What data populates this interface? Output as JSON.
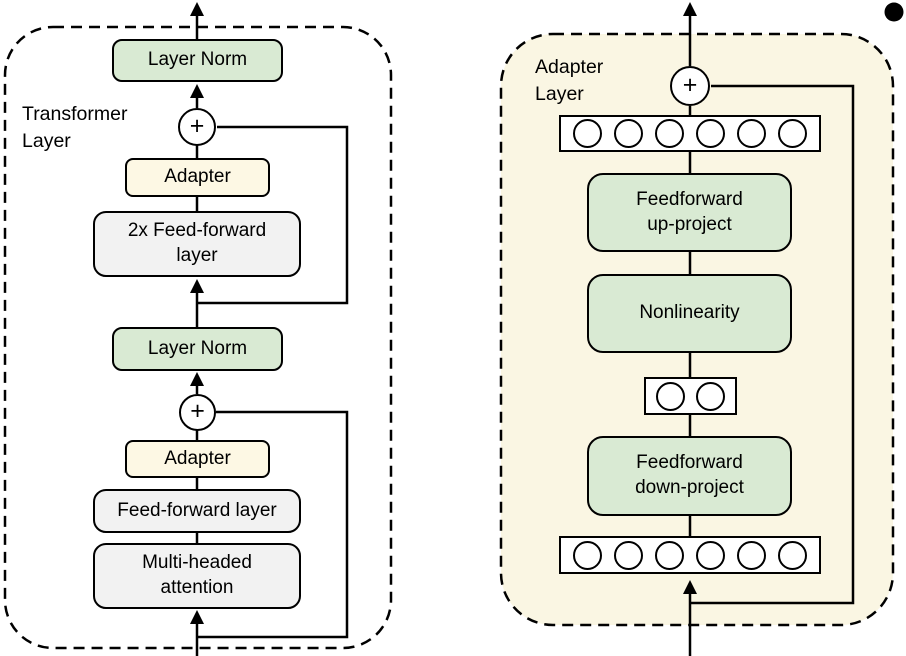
{
  "left_panel": {
    "label": "Transformer\nLayer",
    "layer_norm_top": "Layer Norm",
    "plus_top": "+",
    "adapter_top": "Adapter",
    "feedforward_2x": "2x Feed-forward\nlayer",
    "layer_norm_bottom": "Layer Norm",
    "plus_bottom": "+",
    "adapter_bottom": "Adapter",
    "feedforward": "Feed-forward layer",
    "multi_headed_attention": "Multi-headed\nattention"
  },
  "right_panel": {
    "label": "Adapter\nLayer",
    "plus": "+",
    "feedforward_up": "Feedforward\nup-project",
    "nonlinearity": "Nonlinearity",
    "feedforward_down": "Feedforward\ndown-project",
    "top_row_units": 6,
    "bottleneck_units": 2,
    "bottom_row_units": 6
  },
  "colors": {
    "green_fill": "#d9ead3",
    "cream_box_fill": "#fdf8e4",
    "adapter_panel_fill": "#faf6e3",
    "gray_fill": "#f2f2f2",
    "stroke": "#000000"
  }
}
